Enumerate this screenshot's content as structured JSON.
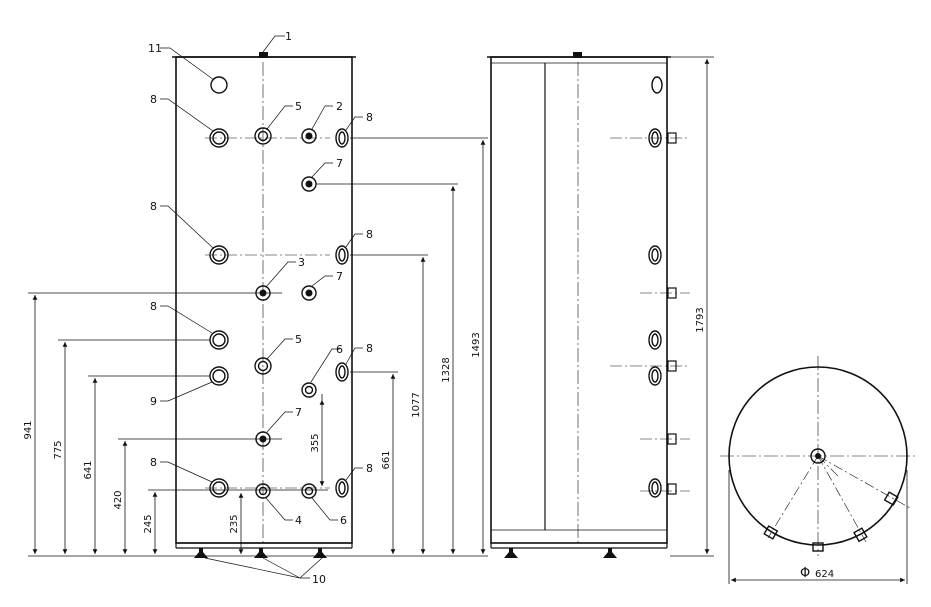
{
  "front_view": {
    "callouts": {
      "c1": "1",
      "c11": "11",
      "c8a": "8",
      "c5a": "5",
      "c2": "2",
      "c8b": "8",
      "c7a": "7",
      "c8c": "8",
      "c8d": "8",
      "c3": "3",
      "c7b": "7",
      "c8e": "8",
      "c5b": "5",
      "c6a": "6",
      "c8f": "8",
      "c9": "9",
      "c7c": "7",
      "c8g": "8",
      "c8h": "8",
      "c4": "4",
      "c6b": "6",
      "c10": "10"
    },
    "dimensions": {
      "d941": "941",
      "d775": "775",
      "d641": "641",
      "d420": "420",
      "d245": "245",
      "d235": "235",
      "d355": "355",
      "d661": "661",
      "d1077": "1077",
      "d1328": "1328",
      "d1493": "1493"
    }
  },
  "side_view": {
    "dimensions": {
      "d1793": "1793"
    }
  },
  "top_view": {
    "diameter_symbol": "Φ",
    "diameter_value": "624"
  }
}
